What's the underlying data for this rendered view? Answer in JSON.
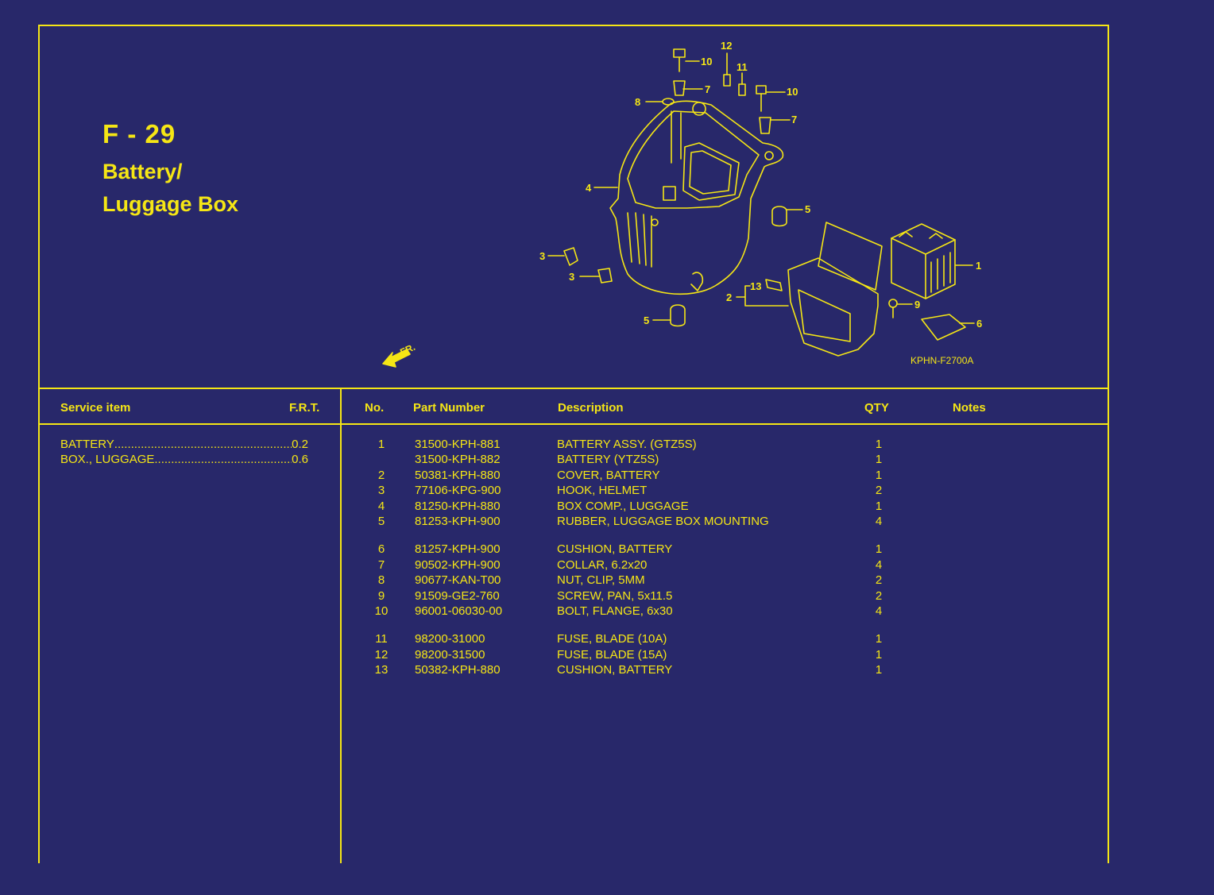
{
  "figure": {
    "id": "F - 29",
    "title_line1": "Battery/",
    "title_line2": "Luggage Box"
  },
  "diagram": {
    "code": "KPHN-F2700A",
    "front_label": "FR.",
    "callouts": [
      "1",
      "2",
      "3",
      "3",
      "4",
      "5",
      "5",
      "6",
      "7",
      "7",
      "8",
      "9",
      "10",
      "10",
      "11",
      "12",
      "13"
    ]
  },
  "service_table": {
    "headers": {
      "item": "Service item",
      "frt": "F.R.T."
    },
    "rows": [
      {
        "item": "BATTERY",
        "frt": "0.2"
      },
      {
        "item": "BOX., LUGGAGE",
        "frt": "0.6"
      }
    ]
  },
  "parts_table": {
    "headers": {
      "no": "No.",
      "part_number": "Part Number",
      "description": "Description",
      "qty": "QTY",
      "notes": "Notes"
    },
    "rows": [
      {
        "no": "1",
        "part_number": "31500-KPH-881",
        "description": "BATTERY ASSY. (GTZ5S)",
        "qty": "1",
        "notes": ""
      },
      {
        "no": "",
        "part_number": "31500-KPH-882",
        "description": "BATTERY (YTZ5S)",
        "qty": "1",
        "notes": ""
      },
      {
        "no": "2",
        "part_number": "50381-KPH-880",
        "description": "COVER, BATTERY",
        "qty": "1",
        "notes": ""
      },
      {
        "no": "3",
        "part_number": "77106-KPG-900",
        "description": "HOOK, HELMET",
        "qty": "2",
        "notes": ""
      },
      {
        "no": "4",
        "part_number": "81250-KPH-880",
        "description": "BOX COMP., LUGGAGE",
        "qty": "1",
        "notes": ""
      },
      {
        "no": "5",
        "part_number": "81253-KPH-900",
        "description": "RUBBER, LUGGAGE BOX MOUNTING",
        "qty": "4",
        "notes": ""
      },
      {
        "no": "6",
        "part_number": "81257-KPH-900",
        "description": "CUSHION, BATTERY",
        "qty": "1",
        "notes": ""
      },
      {
        "no": "7",
        "part_number": "90502-KPH-900",
        "description": "COLLAR, 6.2x20",
        "qty": "4",
        "notes": ""
      },
      {
        "no": "8",
        "part_number": "90677-KAN-T00",
        "description": "NUT, CLIP, 5MM",
        "qty": "2",
        "notes": ""
      },
      {
        "no": "9",
        "part_number": "91509-GE2-760",
        "description": "SCREW, PAN, 5x11.5",
        "qty": "2",
        "notes": ""
      },
      {
        "no": "10",
        "part_number": "96001-06030-00",
        "description": "BOLT, FLANGE, 6x30",
        "qty": "4",
        "notes": ""
      },
      {
        "no": "11",
        "part_number": "98200-31000",
        "description": "FUSE, BLADE (10A)",
        "qty": "1",
        "notes": ""
      },
      {
        "no": "12",
        "part_number": "98200-31500",
        "description": "FUSE, BLADE (15A)",
        "qty": "1",
        "notes": ""
      },
      {
        "no": "13",
        "part_number": "50382-KPH-880",
        "description": "CUSHION, BATTERY",
        "qty": "1",
        "notes": ""
      }
    ]
  },
  "colors": {
    "background": "#28286a",
    "ink": "#f5e615"
  }
}
